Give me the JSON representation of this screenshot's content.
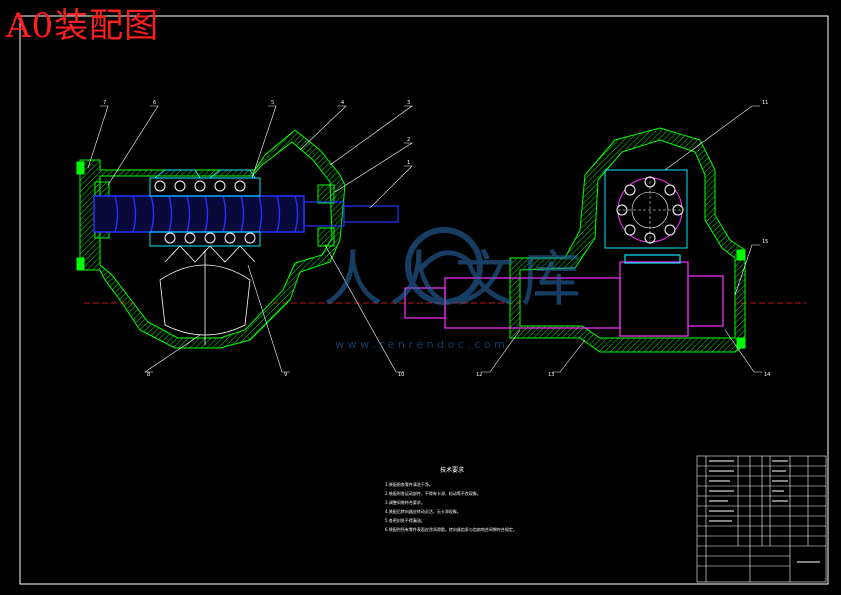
{
  "title": "A0装配图",
  "watermark": {
    "text": "人人文库",
    "url": "w w w . r e n r e n d o c . c o m"
  },
  "colors": {
    "background": "#000000",
    "outline": "#ffffff",
    "housing": "#00ff00",
    "screw": "#2233ff",
    "balls": "#ffffff",
    "nut": "#00e5ff",
    "shaft": "#ff33ff",
    "centerline": "#ff2222",
    "title": "#ff1f1f",
    "watermark": "#2b6fb5"
  },
  "callouts": [
    "7",
    "6",
    "5",
    "4",
    "3",
    "2",
    "1",
    "8",
    "9",
    "10",
    "11",
    "15",
    "12",
    "13",
    "14"
  ],
  "notes": {
    "heading": "技术要求",
    "lines": [
      "1.装配前各零件清洗干净。",
      "2.装配时各运动部件，不得有卡滞、松动等不良现象。",
      "3.调整间隙符合要求。",
      "4.装配后转向器应转动灵活，无卡滞现象。",
      "5.各密封处不得漏油。",
      "6.装配时所有零件表面应涂润滑脂，转向器齿条与齿扇啮合间隙符合规定。"
    ]
  }
}
